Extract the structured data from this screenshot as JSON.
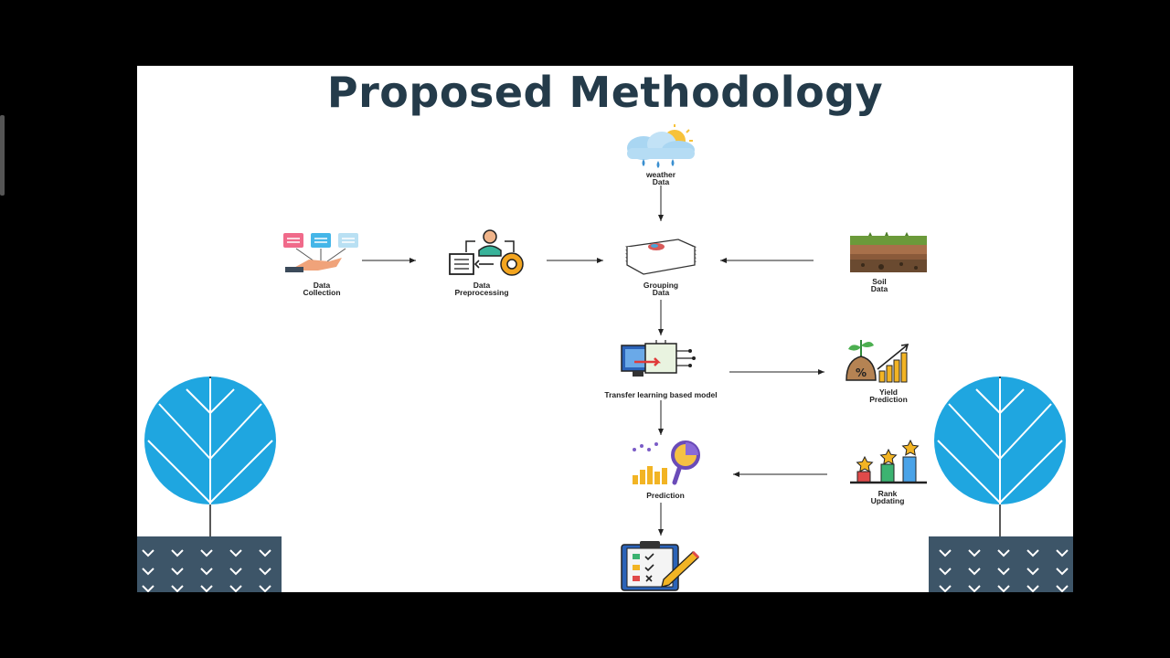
{
  "slide": {
    "title": "Proposed Methodology"
  },
  "nodes": {
    "weather": {
      "line1": "weather",
      "line2": "Data"
    },
    "collection": {
      "line1": "Data",
      "line2": "Collection"
    },
    "preprocessing": {
      "line1": "Data",
      "line2": "Preprocessing"
    },
    "grouping": {
      "line1": "Grouping",
      "line2": "Data"
    },
    "soil": {
      "line1": "Soil",
      "line2": "Data"
    },
    "model": {
      "line1": "Transfer learning based model"
    },
    "yield": {
      "line1": "Yield",
      "line2": "Prediction"
    },
    "prediction": {
      "line1": "Prediction"
    },
    "rank": {
      "line1": "Rank",
      "line2": "Updating"
    }
  },
  "colors": {
    "title": "#243b4a",
    "leaf": "#1fa6e0",
    "pot": "#3d5568",
    "arrow": "#222222"
  }
}
